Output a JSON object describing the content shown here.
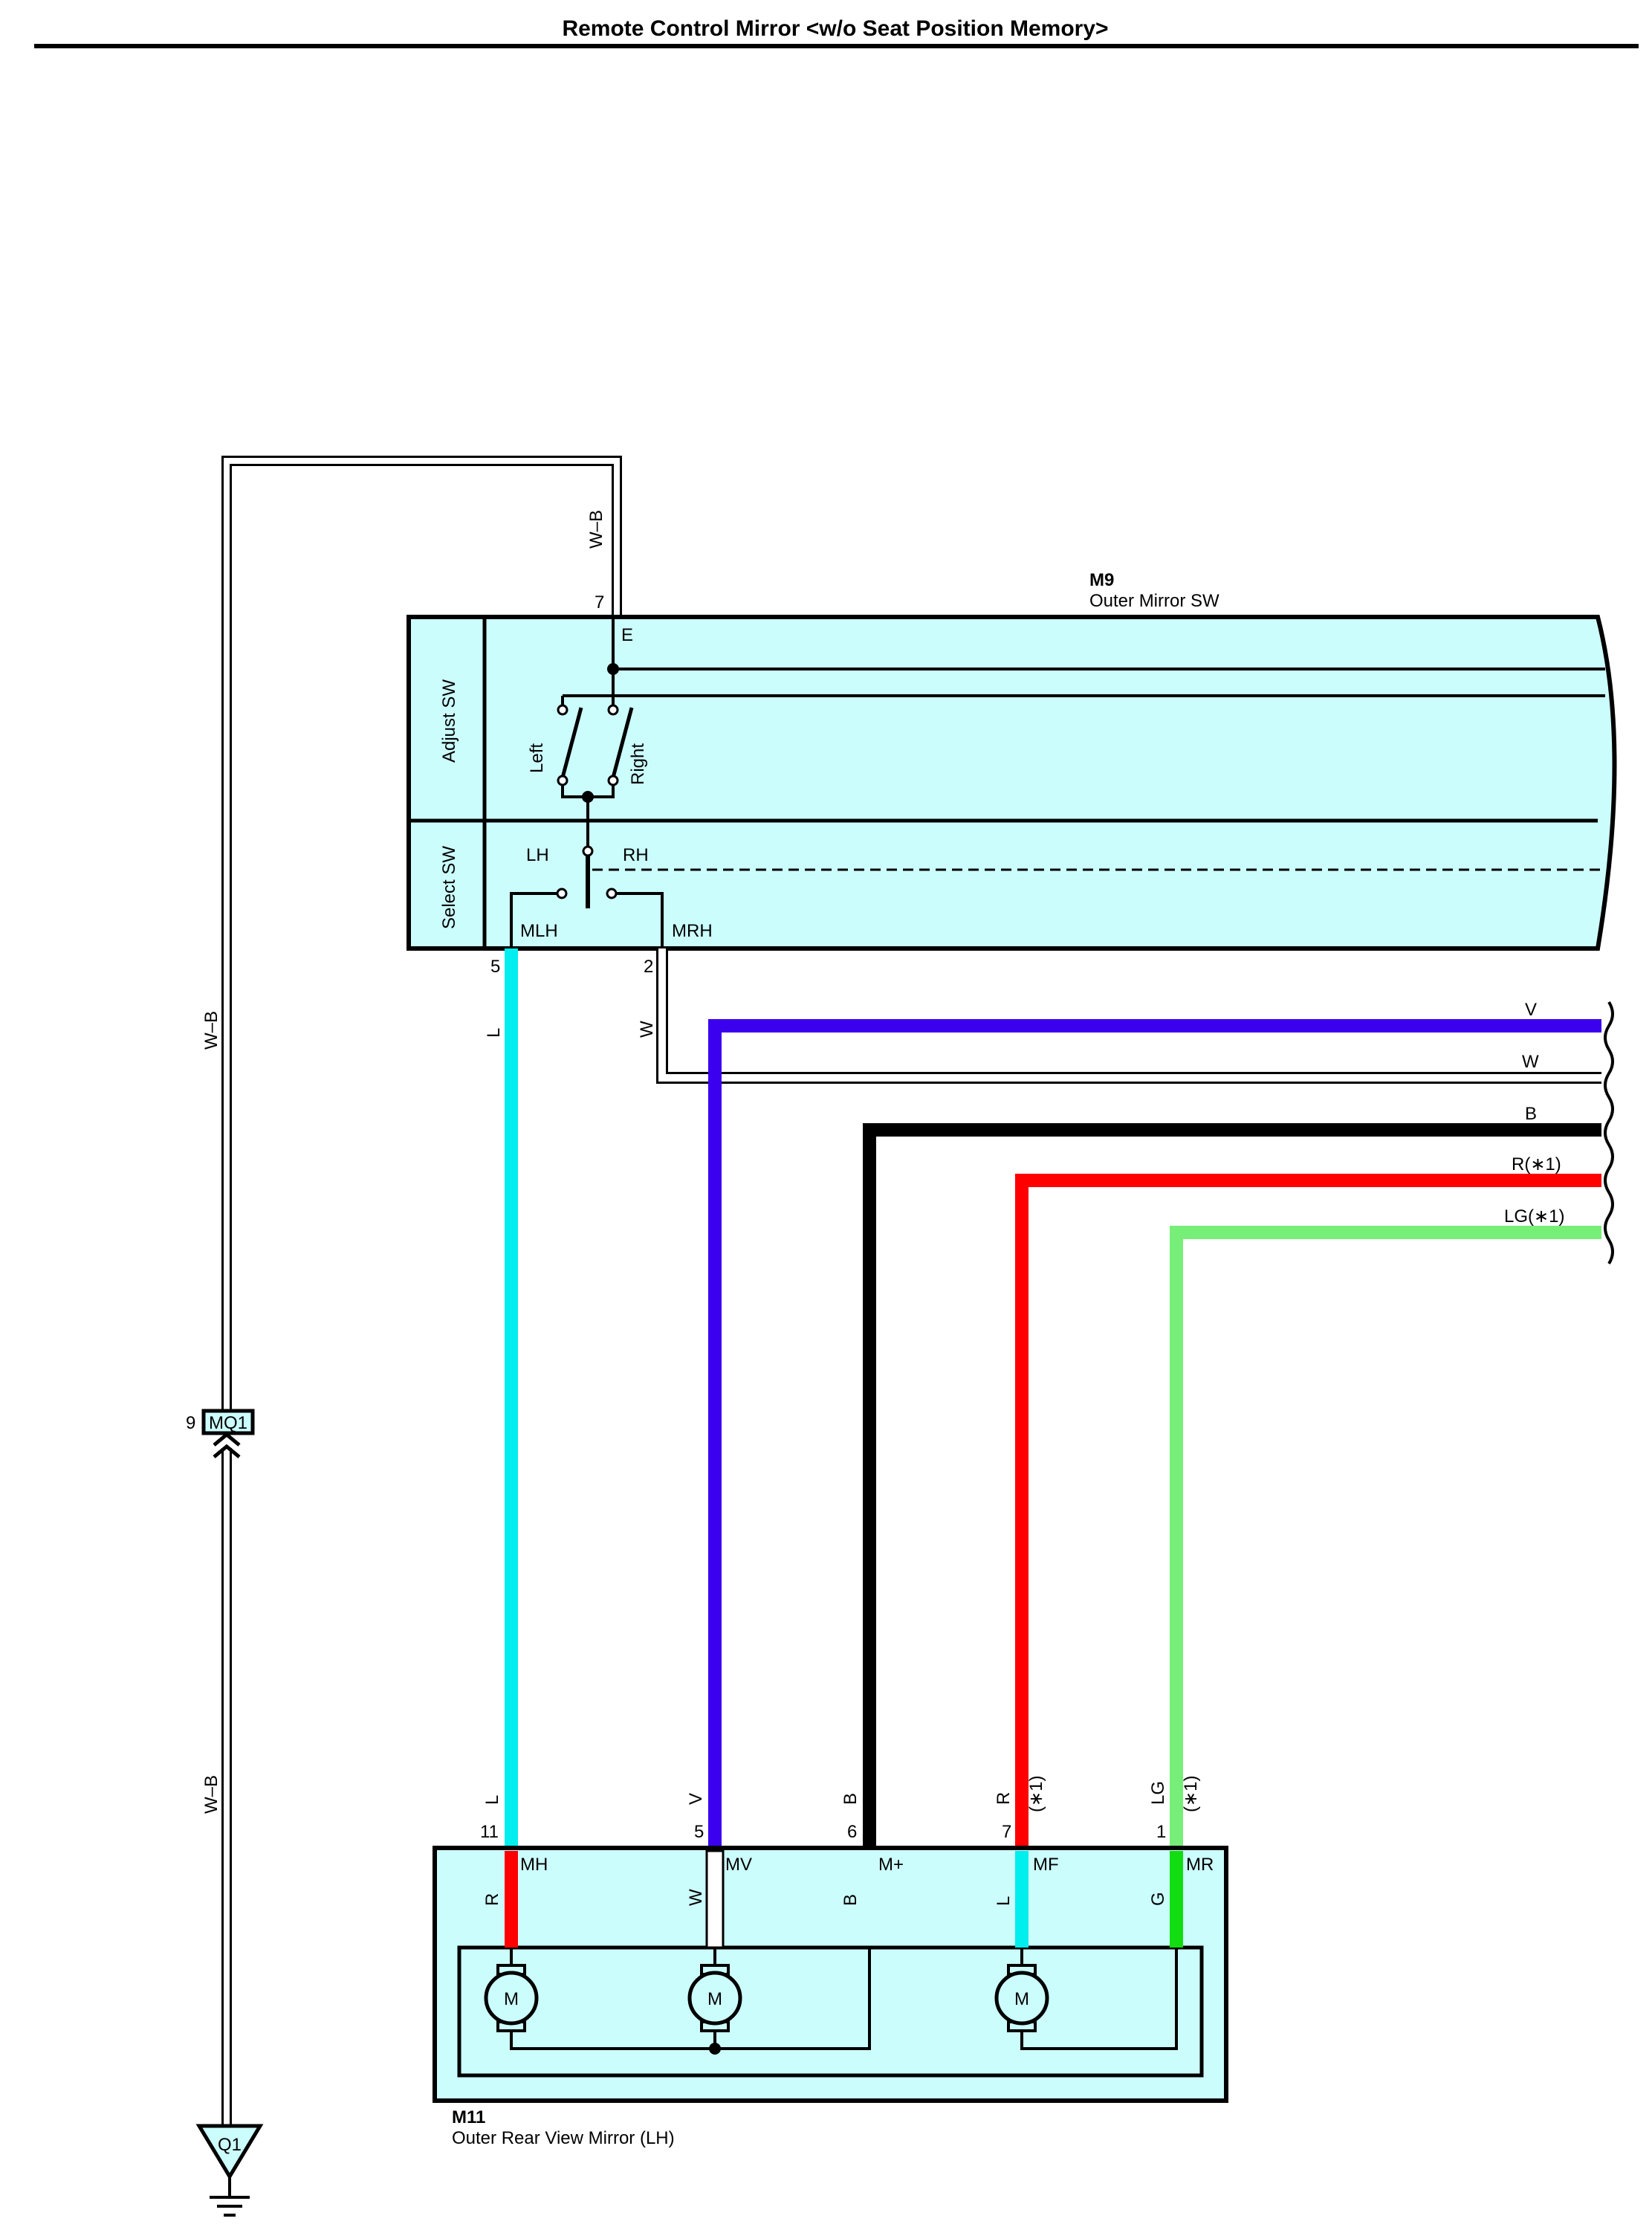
{
  "title": "Remote Control Mirror <w/o Seat Position Memory>",
  "colors": {
    "component_fill": "#ccfdfd",
    "wire_L": "#00eeee",
    "wire_V": "#3b00ee",
    "wire_B": "#000000",
    "wire_R": "#ff0000",
    "wire_LG": "#77ee77",
    "wire_G": "#11dd11",
    "wire_W": "#ffffff"
  },
  "ground_wire": {
    "label_top": "W–B",
    "label_left_upper": "W–B",
    "label_left_lower": "W–B"
  },
  "m9": {
    "code": "M9",
    "name": "Outer Mirror SW",
    "adjust_sw": "Adjust SW",
    "select_sw": "Select SW",
    "left": "Left",
    "right": "Right",
    "lh": "LH",
    "rh": "RH",
    "terminal_e": "E",
    "terminal_mlh": "MLH",
    "terminal_mrh": "MRH",
    "pin_e": "7",
    "pin_mlh": "5",
    "pin_mrh": "2"
  },
  "wires": {
    "mlh_color": "L",
    "mrh_color": "W",
    "v": "V",
    "w": "W",
    "b": "B",
    "r": "R(∗1)",
    "lg": "LG(∗1)"
  },
  "mq1": {
    "code": "MQ1",
    "pin": "9"
  },
  "q1": {
    "code": "Q1"
  },
  "m11": {
    "code": "M11",
    "name": "Outer Rear View Mirror (LH)",
    "pins": [
      {
        "pin": "11",
        "wire": "L",
        "note": "",
        "terminal": "MH",
        "inner": "R"
      },
      {
        "pin": "5",
        "wire": "V",
        "note": "",
        "terminal": "MV",
        "inner": "W"
      },
      {
        "pin": "6",
        "wire": "B",
        "note": "",
        "terminal": "M+",
        "inner": "B"
      },
      {
        "pin": "7",
        "wire": "R",
        "note": "(∗1)",
        "terminal": "MF",
        "inner": "L"
      },
      {
        "pin": "1",
        "wire": "LG",
        "note": "(∗1)",
        "terminal": "MR",
        "inner": "G"
      }
    ],
    "motor_label": "M"
  }
}
